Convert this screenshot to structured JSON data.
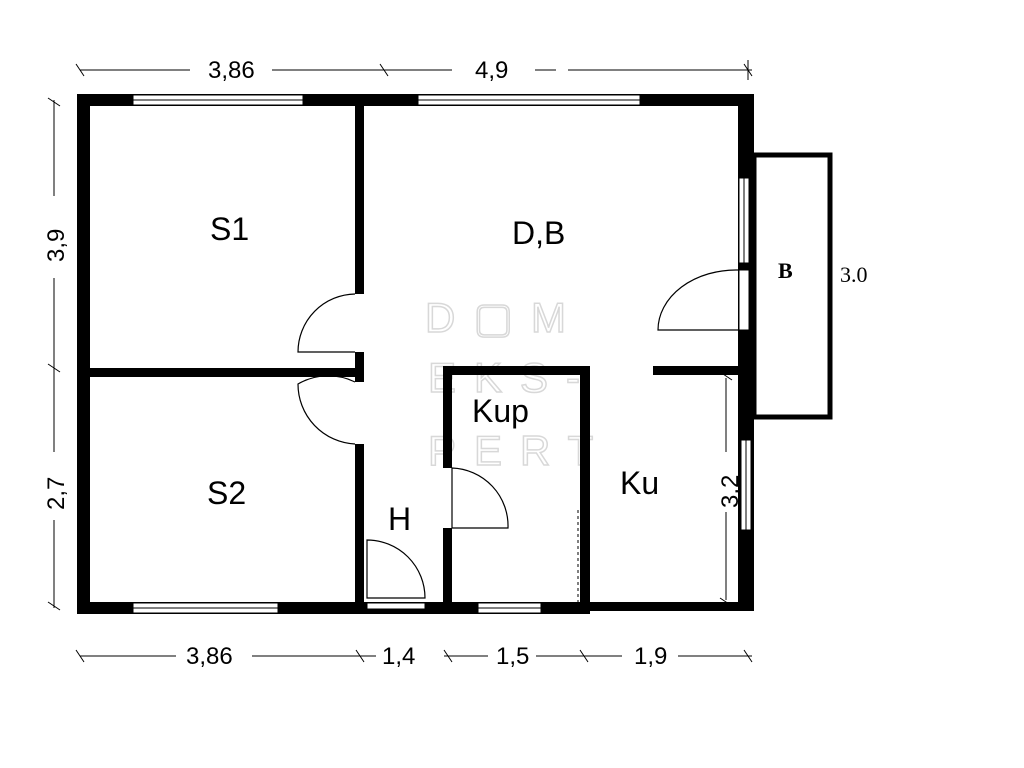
{
  "rooms": {
    "s1": "S1",
    "s2": "S2",
    "db": "D,B",
    "kup": "Kup",
    "ku": "Ku",
    "h": "H",
    "b": "B"
  },
  "dimensions": {
    "top_left": "3,86",
    "top_right": "4,9",
    "left_upper": "3,9",
    "left_lower": "2,7",
    "bottom_1": "3,86",
    "bottom_2": "1,4",
    "bottom_3": "1,5",
    "bottom_4": "1,9",
    "ku_height": "3,2",
    "balcony": "3.0"
  },
  "watermark": {
    "line1": "D▢M",
    "line2": "EKS-",
    "line3": "PERT"
  }
}
